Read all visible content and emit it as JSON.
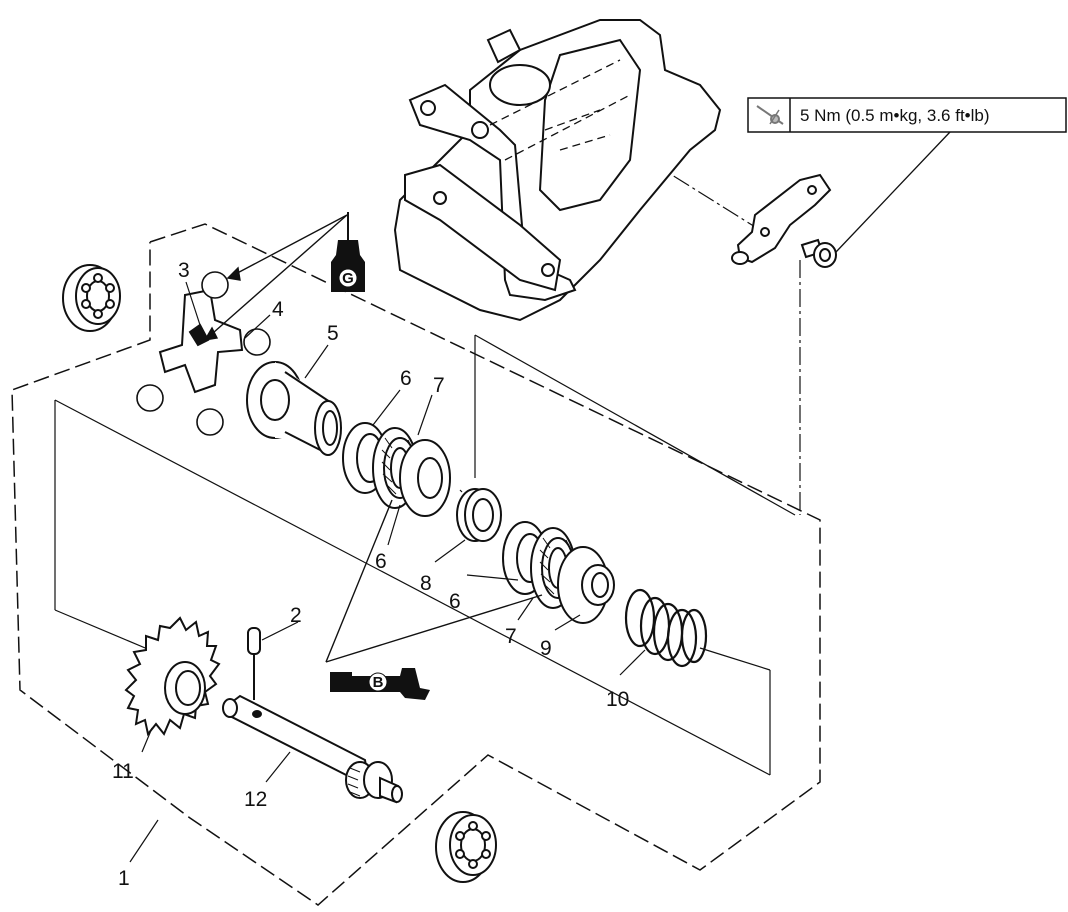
{
  "torque_spec": {
    "text": "5 Nm (0.5 m•kg, 3.6 ft•lb)",
    "icon": "torque-wrench-icon"
  },
  "lubricant_badges": {
    "grease": {
      "letter": "G",
      "icon": "grease-tube-icon"
    },
    "oil": {
      "letter": "B",
      "icon": "oil-can-icon"
    }
  },
  "part_labels": [
    {
      "id": "1",
      "text": "1"
    },
    {
      "id": "2",
      "text": "2"
    },
    {
      "id": "3",
      "text": "3"
    },
    {
      "id": "4",
      "text": "4"
    },
    {
      "id": "5",
      "text": "5"
    },
    {
      "id": "6a",
      "text": "6"
    },
    {
      "id": "6b",
      "text": "6"
    },
    {
      "id": "6c",
      "text": "6"
    },
    {
      "id": "7a",
      "text": "7"
    },
    {
      "id": "7b",
      "text": "7"
    },
    {
      "id": "8",
      "text": "8"
    },
    {
      "id": "9",
      "text": "9"
    },
    {
      "id": "10",
      "text": "10"
    },
    {
      "id": "11",
      "text": "11"
    },
    {
      "id": "12",
      "text": "12"
    }
  ],
  "colors": {
    "line": "#111111",
    "background": "#ffffff"
  }
}
